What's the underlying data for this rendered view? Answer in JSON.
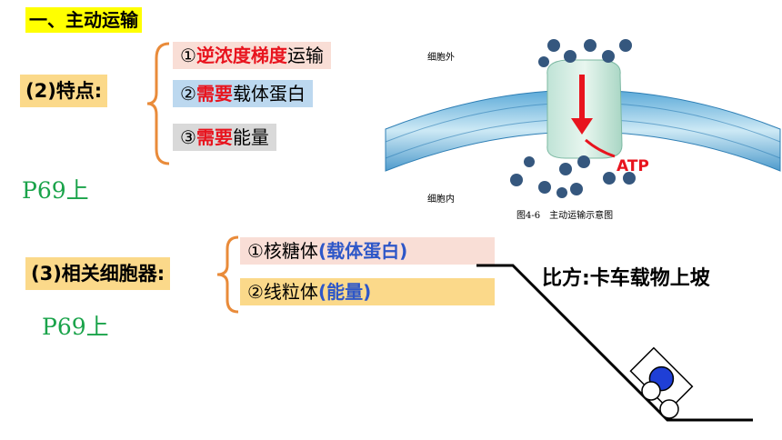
{
  "section_title": "一、主动运输",
  "features": {
    "label": "(2)特点:",
    "items": [
      {
        "num": "①",
        "highlight": "逆浓度梯度",
        "rest": "运输"
      },
      {
        "num": "②",
        "highlight": "需要",
        "rest": "载体蛋白"
      },
      {
        "num": "③",
        "highlight": "需要",
        "rest": "能量"
      }
    ],
    "page_ref": "P69上"
  },
  "figure": {
    "outside_label": "细胞外",
    "inside_label": "细胞内",
    "atp_label": "ATP",
    "caption": "图4-6　主动运输示意图"
  },
  "organelles": {
    "label": "(3)相关细胞器:",
    "items": [
      {
        "main": "①核糖体",
        "paren": "(载体蛋白)"
      },
      {
        "main": "②线粒体",
        "paren": "(能量)"
      }
    ],
    "page_ref": "P69上"
  },
  "analogy": "比方:卡车载物上坡",
  "colors": {
    "title_bg": "#ffff00",
    "label_bg": "#fbd98a",
    "item1_bg": "#f9ded6",
    "item2_bg": "#bcd8ef",
    "item3_bg": "#d9d9d9",
    "accent_red": "#e8141e",
    "accent_blue": "#2e57c8",
    "ref_green": "#1aa34a"
  }
}
